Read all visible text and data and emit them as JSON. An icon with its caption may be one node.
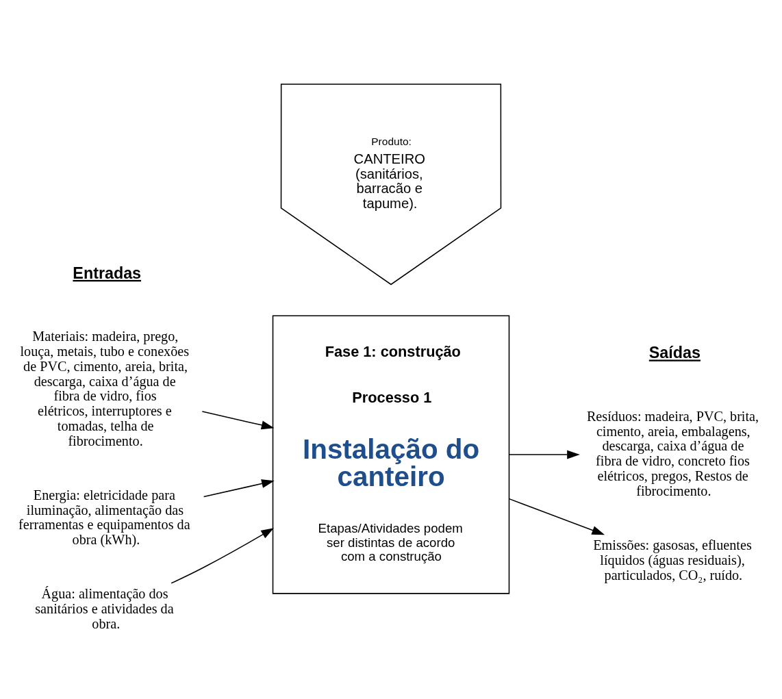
{
  "diagram": {
    "nodes": [
      {
        "text": [
          "Fase 1: construção",
          "Processo 1",
          "Instalação do canteiro",
          "Etapas/Atividades podem ser distintas de acordo com a construção"
        ]
      },
      {
        "text": [
          "Materiais: madeira, prego, louça, metais, tubo e conexões de PVC, cimento, areia, brita, descarga, caixa d’água de fibra de vidro, fios elétricos, interruptores e tomadas, telha de fibrocimento."
        ]
      },
      {
        "text": [
          "Energia: eletricidade para iluminação, alimentação das ferramentas e equipamentos da obra (kWh)."
        ]
      },
      {
        "text": [
          "Água: alimentação dos sanitários e atividades da obra."
        ]
      },
      {
        "text": [
          "Resíduos: madeira, PVC, brita, cimento, areia, embalagens, descarga, caixa d’água de fibra de vidro, concreto fios elétricos, pregos, Restos de fibrocimento."
        ]
      },
      {
        "text": [
          "Emissões: gasosas, efluentes líquidos (águas residuais), particulados, CO₂, ruído."
        ]
      },
      {
        "text": [
          "Produto:",
          "CANTEIRO (sanitários, barracão e tapume)."
        ]
      }
    ],
    "edges": [
      {
        "from": 1,
        "to": 0,
        "arrow": "to"
      },
      {
        "from": 2,
        "to": 0,
        "arrow": "to"
      },
      {
        "from": 3,
        "to": 0,
        "arrow": "to"
      },
      {
        "from": 0,
        "to": 4,
        "arrow": "to"
      },
      {
        "from": 0,
        "to": 5,
        "arrow": "to"
      }
    ],
    "labels": [
      "Entradas",
      "Saídas"
    ]
  }
}
